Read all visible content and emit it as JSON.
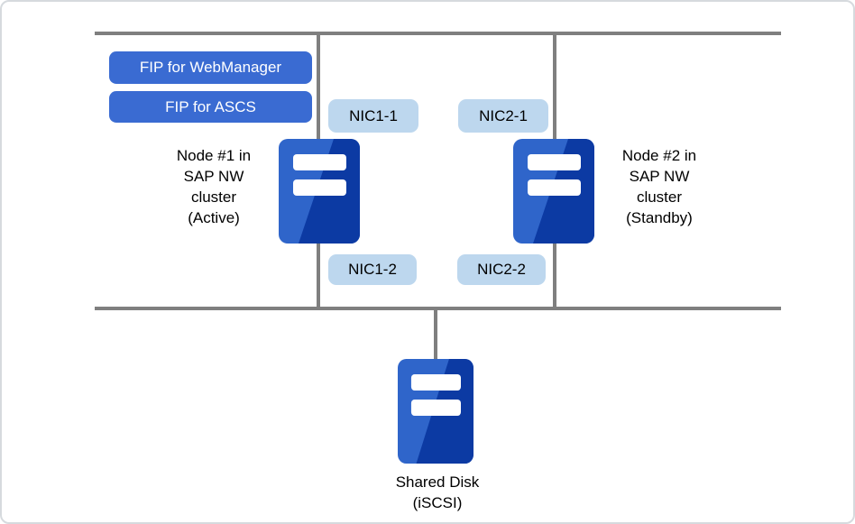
{
  "colors": {
    "fip_bg": "#3a6bd2",
    "fip_text": "#ffffff",
    "nic_bg": "#bdd7ee",
    "nic_text": "#000000",
    "line": "#7f7f7f",
    "icon_light": "#2f65ca",
    "icon_dark": "#0c3aa3",
    "icon_slot": "#ffffff",
    "text": "#000000",
    "border": "#d6dade"
  },
  "fips": {
    "webmanager": "FIP for WebManager",
    "ascs": "FIP for ASCS"
  },
  "nics": {
    "nic1_1": "NIC1-1",
    "nic2_1": "NIC2-1",
    "nic1_2": "NIC1-2",
    "nic2_2": "NIC2-2"
  },
  "node1": {
    "lines": [
      "Node #1 in",
      "SAP NW",
      "cluster",
      "(Active)"
    ]
  },
  "node2": {
    "lines": [
      "Node #2 in",
      "SAP NW",
      "cluster",
      "(Standby)"
    ]
  },
  "shared_disk": {
    "lines": [
      "Shared Disk",
      "(iSCSI)"
    ]
  }
}
